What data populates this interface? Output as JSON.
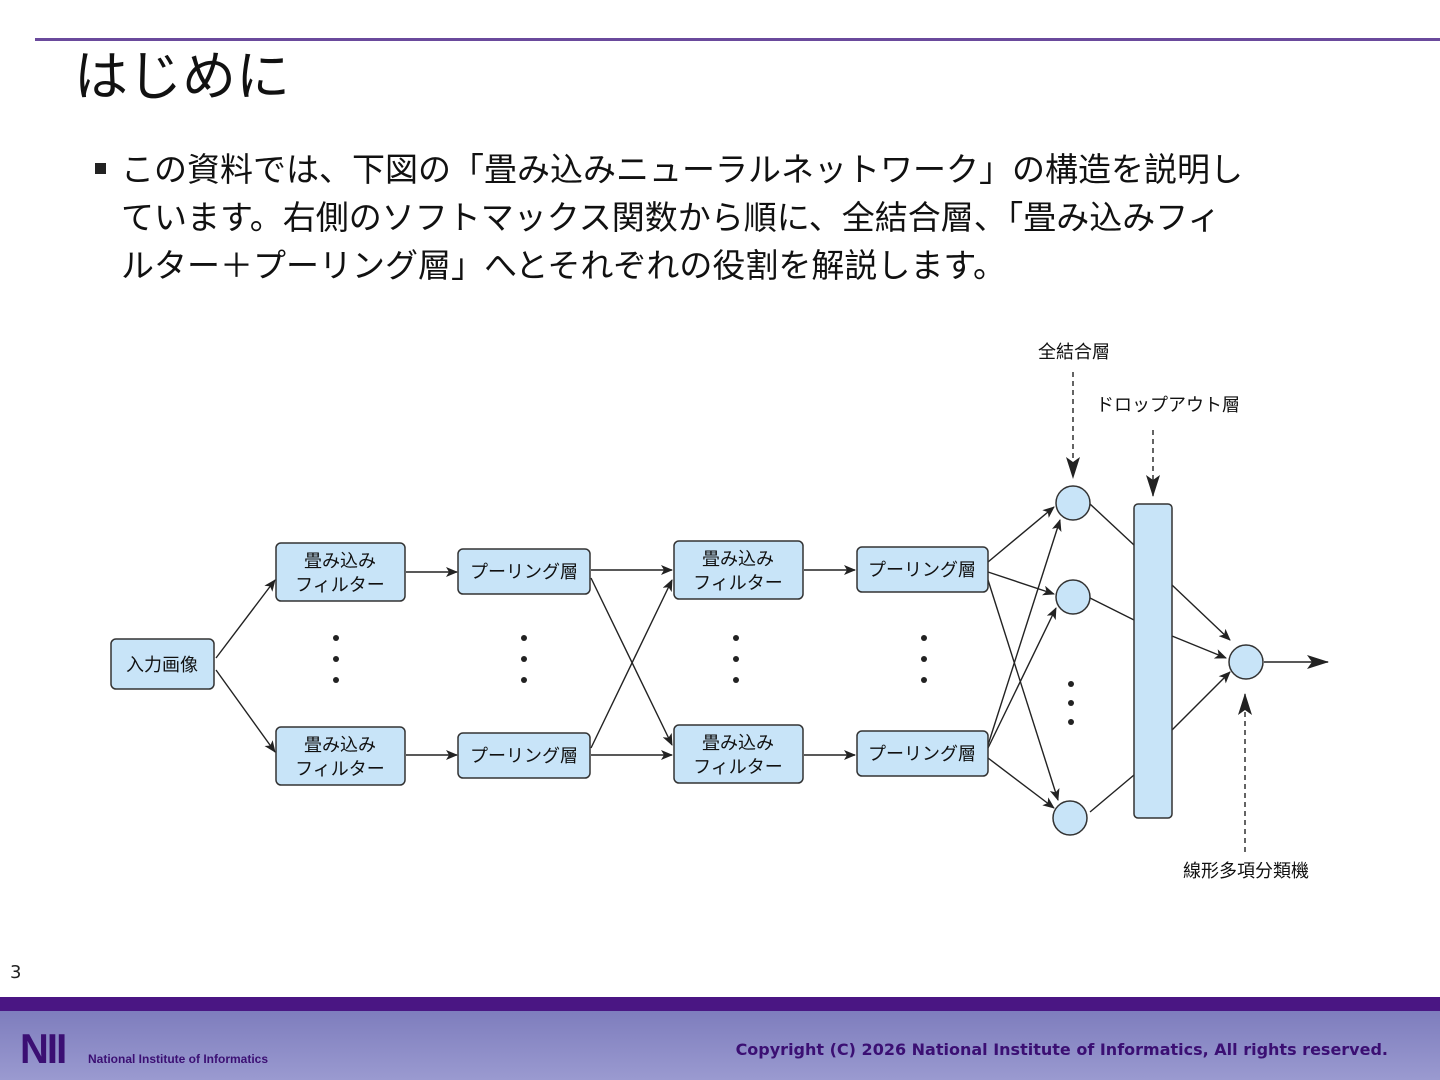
{
  "slide": {
    "title": "はじめに",
    "bullet_lines": [
      "この資料では、下図の「畳み込みニューラルネットワーク」の構造を説明し",
      "ています。右側のソフトマックス関数から順に、全結合層、「畳み込みフィ",
      "ルター＋プーリング層」へとそれぞれの役割を解説します。"
    ],
    "page_number": "3"
  },
  "diagram": {
    "input_label": "入力画像",
    "conv_label_line1": "畳み込み",
    "conv_label_line2": "フィルター",
    "pool_label": "プーリング層",
    "fc_label": "全結合層",
    "dropout_label": "ドロップアウト層",
    "classifier_label": "線形多項分類機",
    "colors": {
      "box_fill": "#c8e4f8",
      "box_stroke": "#333333",
      "arrow": "#222222"
    }
  },
  "footer": {
    "logo_text": "NII",
    "logo_subtext": "National Institute of Informatics",
    "copyright": "Copyright (C) 2026 National Institute of Informatics, All rights reserved.",
    "bar_color": "#4a1683"
  }
}
